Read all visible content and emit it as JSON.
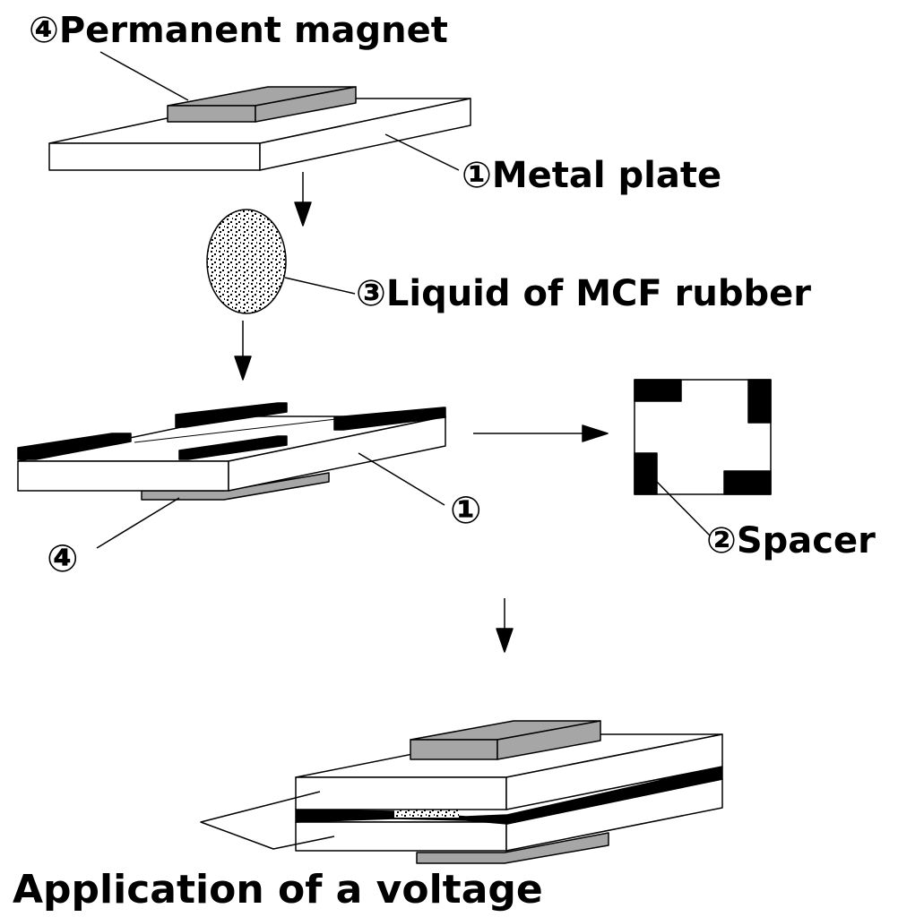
{
  "labels": {
    "permanent_magnet": "④Permanent magnet",
    "metal_plate": "①Metal plate",
    "liquid_mcf": "③Liquid of MCF rubber",
    "plate_callout": "①",
    "magnet_callout": "④",
    "spacer": "②Spacer",
    "application_voltage": "Application of a voltage"
  },
  "colors": {
    "magnet": "#a6a6a6",
    "spacer": "#000000",
    "plate": "#ffffff",
    "outline": "#000000"
  }
}
